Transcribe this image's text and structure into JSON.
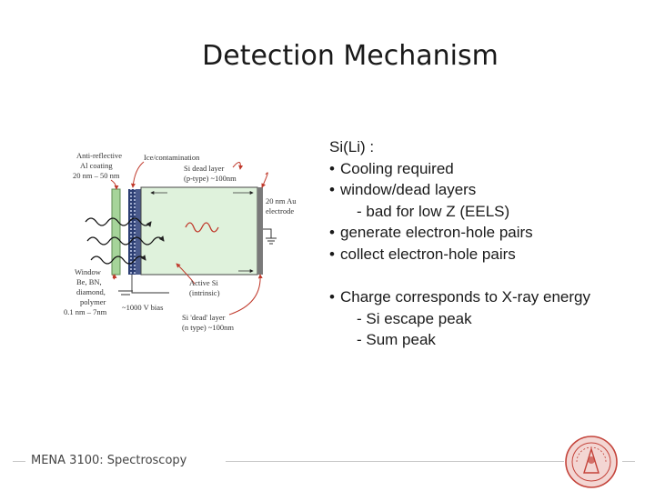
{
  "slide": {
    "title": "Detection Mechanism",
    "footer": "MENA 3100: Spectroscopy"
  },
  "diagram": {
    "labels": {
      "anti_reflective_1": "Anti-reflective",
      "anti_reflective_2": "Al coating",
      "anti_reflective_3": "20 nm – 50 nm",
      "ice_1": "Ice/contamination",
      "dead_top_1": "Si dead layer",
      "dead_top_2": "(p-type) ~100nm",
      "au_1": "20 nm Au",
      "au_2": "electrode",
      "window_1": "Window",
      "window_2": "Be, BN,",
      "window_3": "diamond,",
      "window_4": "polymer",
      "window_5": "0.1 nm – 7nm",
      "active_1": "Active Si",
      "active_2": "(intrinsic)",
      "bias": "~1000 V bias",
      "dead_bot_1": "Si 'dead' layer",
      "dead_bot_2": "(n type) ~100nm"
    }
  },
  "bullets": {
    "heading": "Si(Li) :",
    "items": [
      "Cooling required",
      "window/dead layers",
      "- bad for low Z (EELS)",
      "generate electron-hole pairs",
      "collect electron-hole pairs",
      "Charge corresponds to X-ray energy",
      "- Si escape peak",
      "- Sum peak"
    ]
  }
}
